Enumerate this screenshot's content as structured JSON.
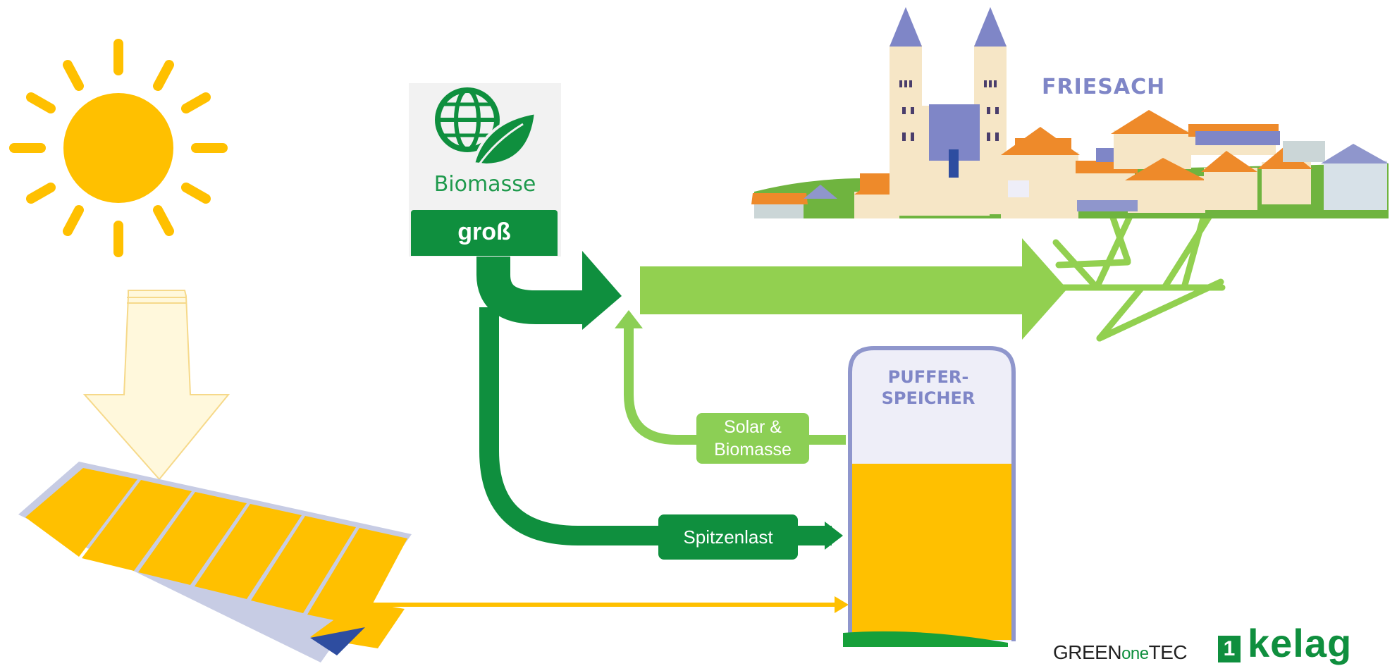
{
  "biomass": {
    "label": "Biomasse",
    "size_label": "groß"
  },
  "town": {
    "name": "FRIESACH"
  },
  "storage": {
    "label_line1": "PUFFER-",
    "label_line2": "SPEICHER"
  },
  "flows": {
    "solar_biomass_line1": "Solar &",
    "solar_biomass_line2": "Biomasse",
    "peak_load": "Spitzenlast"
  },
  "logos": {
    "greenonetec_prefix": "GREEN",
    "greenonetec_middle": "one",
    "greenonetec_suffix": "TEC",
    "one_mark": "1",
    "kelag": "kelag"
  },
  "colors": {
    "sun": "#ffc000",
    "dark_green": "#0f8f3e",
    "light_green": "#92d050",
    "tank_outline": "#8f96cc",
    "tank_fluid": "#ffc000",
    "town_label": "#7f86c7"
  },
  "icons": {
    "sun": "sun-icon",
    "globe_leaf": "globe-leaf-icon",
    "solar_panel": "solar-panel-icon",
    "town": "town-illustration",
    "tank": "buffer-tank-icon"
  }
}
